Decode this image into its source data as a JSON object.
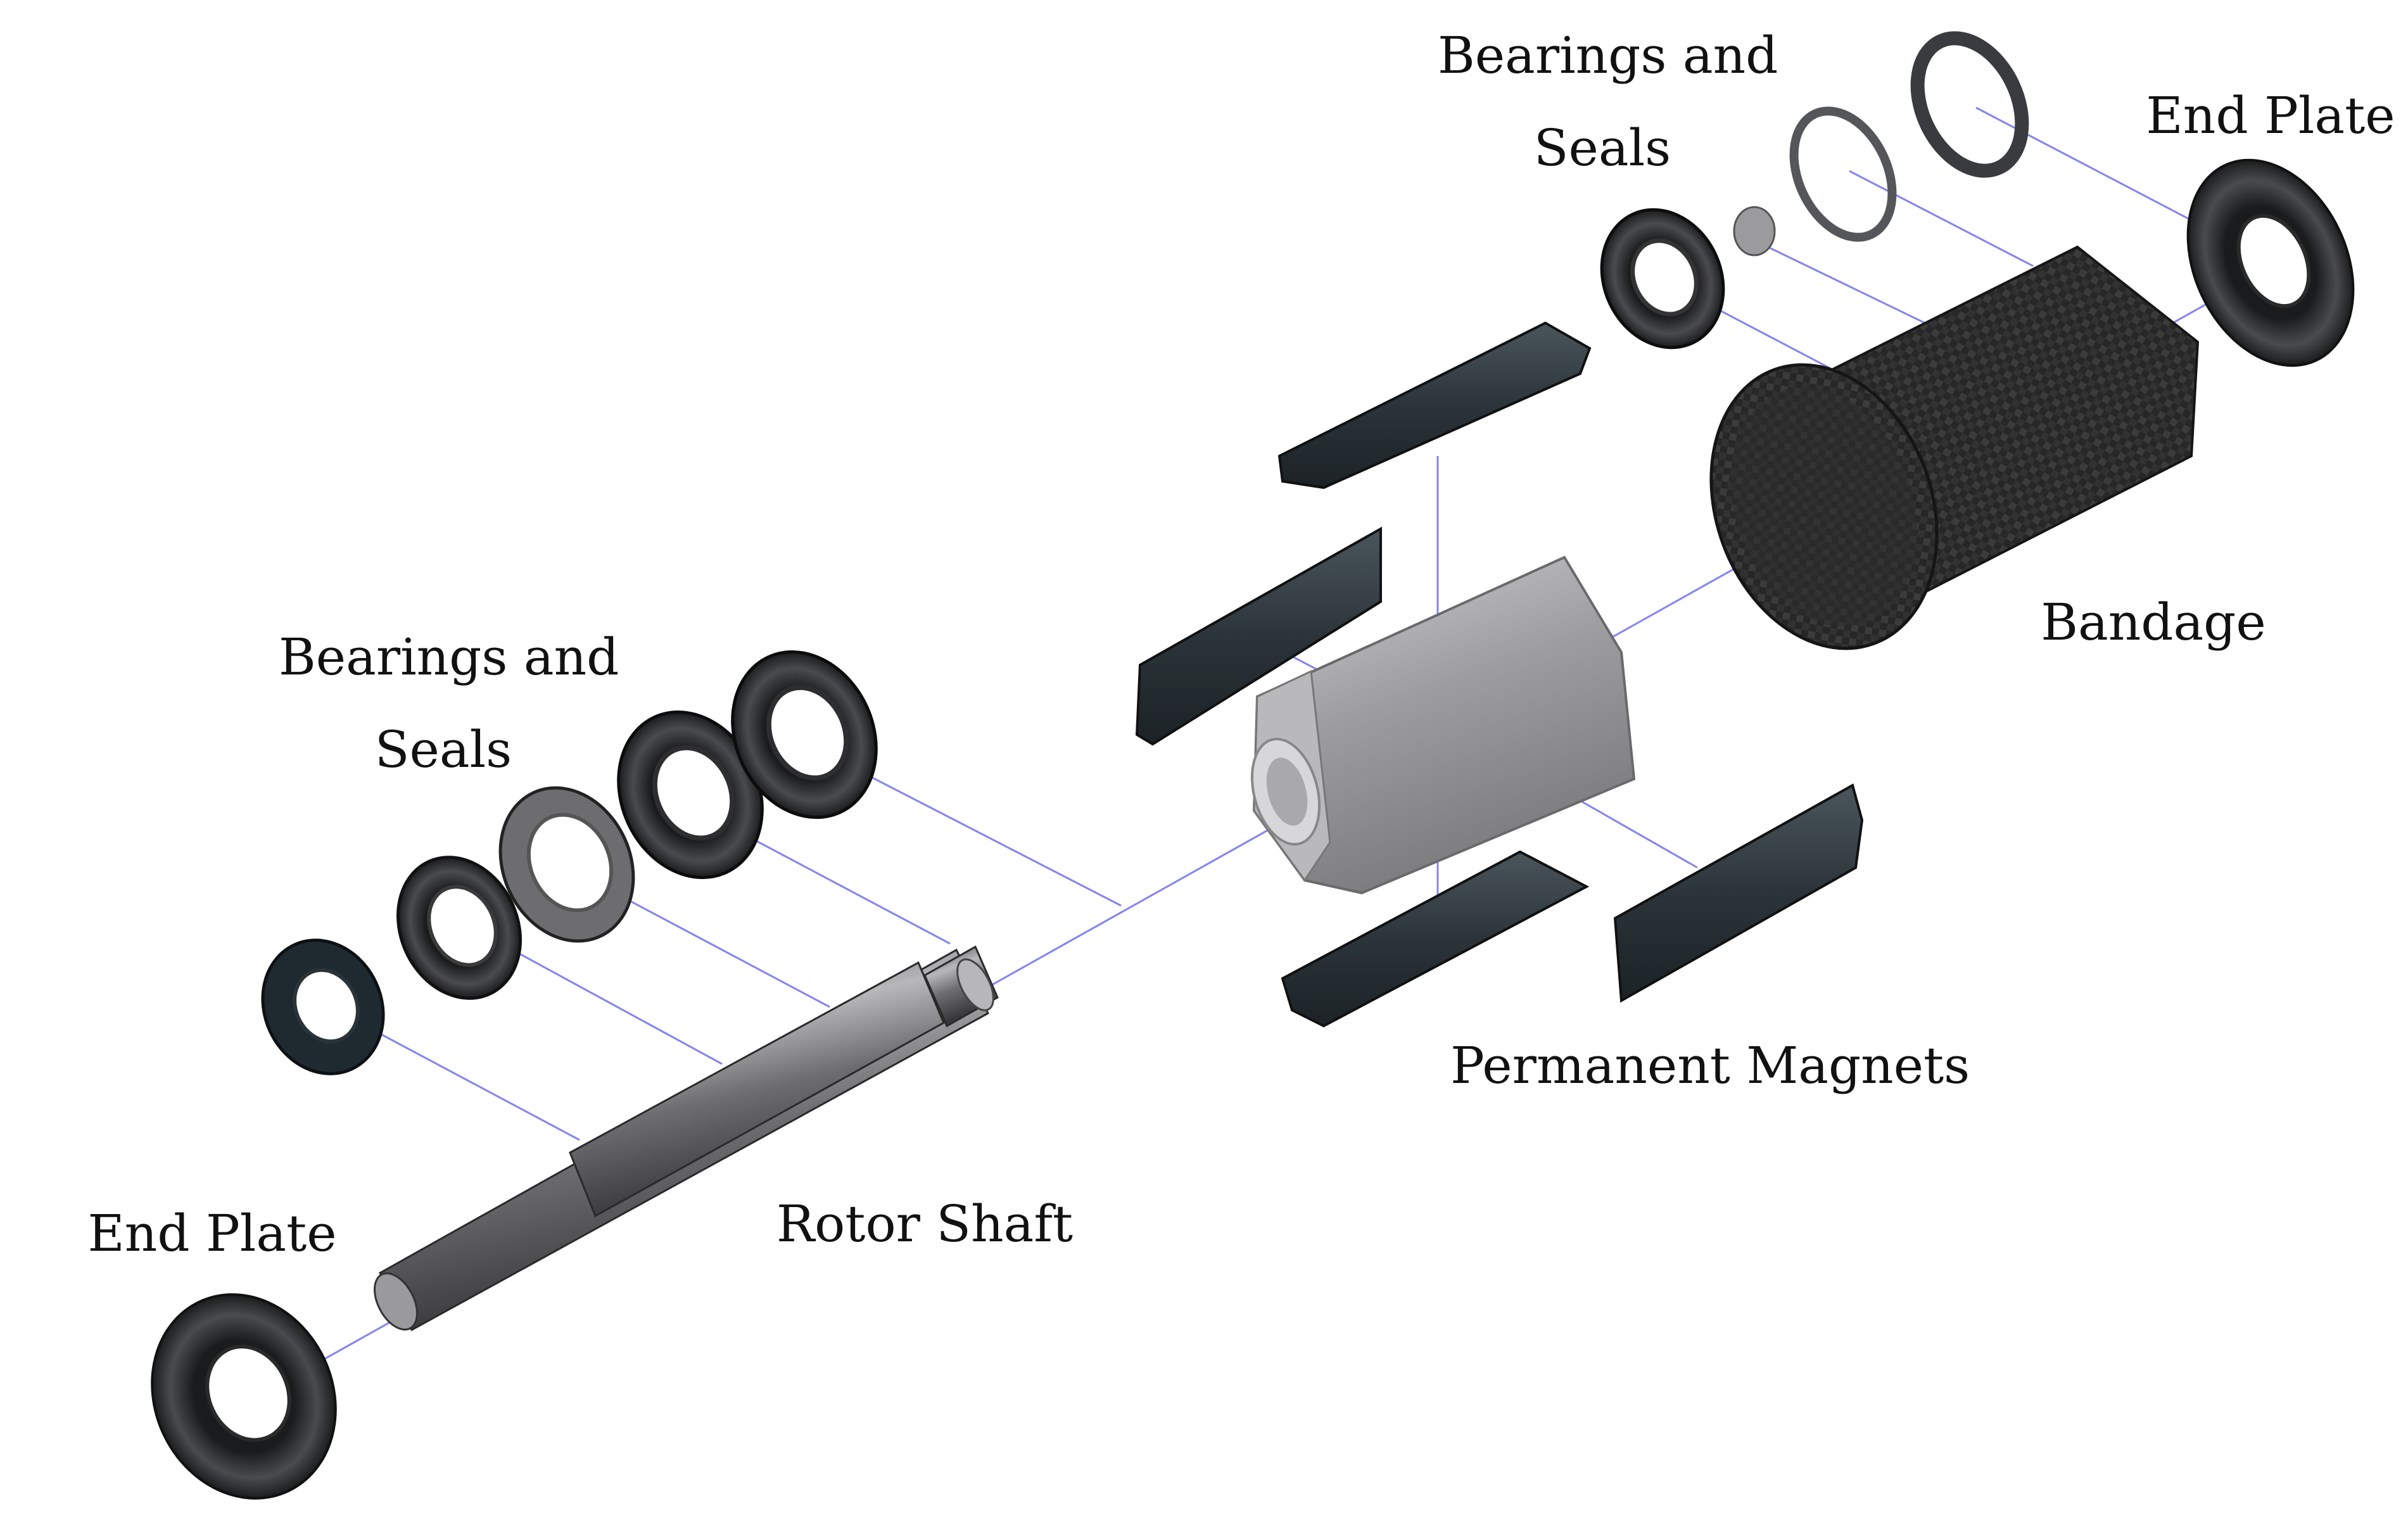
{
  "labels": {
    "bearings_seals_top": {
      "line1": "Bearings and",
      "line2": "Seals"
    },
    "end_plate_top": "End Plate",
    "bandage": "Bandage",
    "bearings_seals_left": {
      "line1": "Bearings and",
      "line2": "Seals"
    },
    "permanent_magnets": "Permanent Magnets",
    "rotor_shaft": "Rotor Shaft",
    "end_plate_bottom": "End Plate"
  },
  "colors": {
    "axis_line": "#6f6ff0",
    "dark_part": "#2b2d30",
    "magnet": "#2f383d",
    "core": "#a8a8aa",
    "shaft": "#8a8a8c",
    "bandage": "#2a2b2a"
  },
  "components": [
    "end-plate",
    "bearings-and-seals",
    "rotor-shaft",
    "rotor-core",
    "permanent-magnets",
    "bandage"
  ]
}
